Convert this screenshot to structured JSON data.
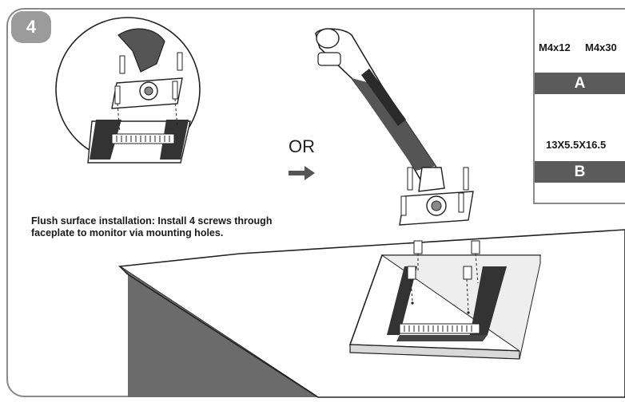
{
  "step": {
    "number": "4"
  },
  "connector": {
    "or_text": "OR"
  },
  "caption": {
    "line1": "Flush surface installation: Install 4 screws through",
    "line2": "faceplate to monitor via mounting holes."
  },
  "parts": {
    "screw_a1": "M4x12",
    "screw_a2": "M4x30",
    "group_a": "A",
    "spacer_b": "13X5.5X16.5",
    "group_b": "B"
  },
  "colors": {
    "frame": "#8a8a8a",
    "badge": "#9b9b9b",
    "part_bar": "#5b5b5b",
    "desk_side": "#666666"
  }
}
